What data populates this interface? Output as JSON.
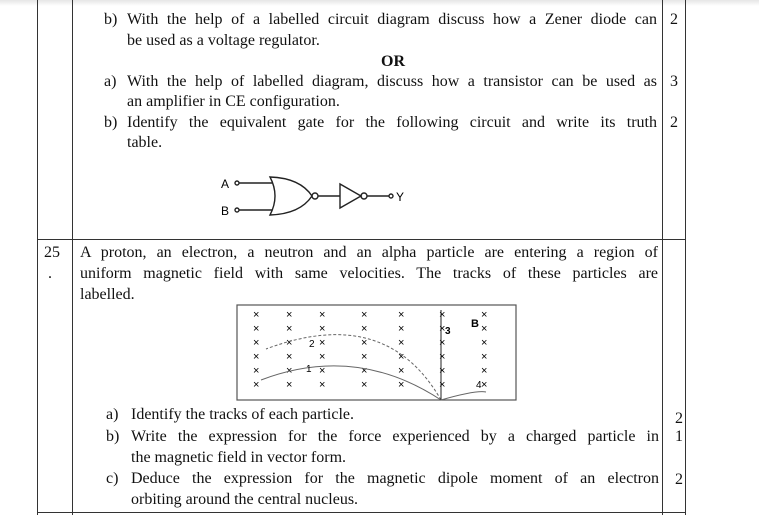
{
  "q24": {
    "b_zener": {
      "label": "b)",
      "line1": "With the help of a labelled circuit diagram discuss how a Zener diode can",
      "line2": "be used as a voltage regulator.",
      "marks": "2"
    },
    "or": "OR",
    "a_transistor": {
      "label": "a)",
      "line1": "With the help of labelled diagram, discuss how a transistor can be used as",
      "line2": "an amplifier in CE configuration.",
      "marks": "3"
    },
    "b_gate": {
      "label": "b)",
      "line1": "Identify the equivalent gate for the following circuit and write its truth",
      "line2": "table.",
      "marks": "2"
    },
    "circuit": {
      "input_a": "A",
      "input_b": "B",
      "output": "Y"
    }
  },
  "q25": {
    "number": "25",
    "dot": ".",
    "stem": [
      "A proton, an electron, a neutron and an alpha particle are entering a region of",
      "uniform magnetic field with same velocities. The tracks of these particles are",
      "labelled."
    ],
    "figure": {
      "field_label": "B",
      "track_labels": [
        "1",
        "2",
        "3",
        "4"
      ]
    },
    "parts": [
      {
        "label": "a)",
        "lines": [
          "Identify the tracks of each particle."
        ],
        "marks": "2"
      },
      {
        "label": "b)",
        "lines": [
          "Write the expression for the force experienced by a charged particle in",
          "the magnetic field in vector form."
        ],
        "marks": "1"
      },
      {
        "label": "c)",
        "lines": [
          "Deduce the expression for the magnetic dipole moment of an electron",
          "orbiting around the central nucleus."
        ],
        "marks": "2"
      }
    ]
  }
}
